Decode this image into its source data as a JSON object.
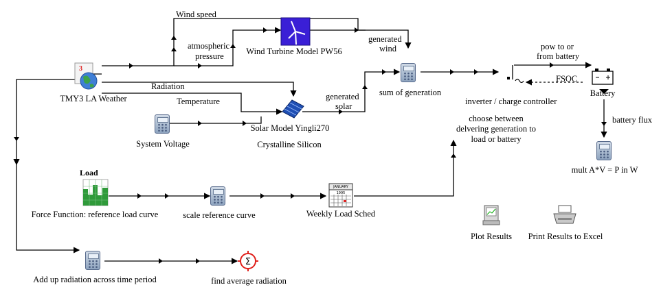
{
  "labels": {
    "wind_speed": "Wind speed",
    "atmospheric_pressure_1": "atmospheric",
    "atmospheric_pressure_2": "pressure",
    "wind_turbine": "Wind Turbine Model PW56",
    "generated_wind_1": "generated",
    "generated_wind_2": "wind",
    "pow_battery_1": "pow to or",
    "pow_battery_2": "from battery",
    "tmy3": "TMY3 LA Weather",
    "radiation": "Radiation",
    "temperature": "Temperature",
    "generated_solar_1": "generated",
    "generated_solar_2": "solar",
    "sum_generation": "sum of generation",
    "fsoc": "FSOC",
    "battery": "Battery",
    "inverter": "inverter / charge controller",
    "choose_1": "choose between",
    "choose_2": "delvering generation to",
    "choose_3": "load or battery",
    "battery_flux": "battery flux",
    "solar_model": "Solar Model Yingli270",
    "crystalline": "Crystalline Silicon",
    "system_voltage": "System Voltage",
    "mult": "mult A*V = P in W",
    "load": "Load",
    "force_function": "Force Function: reference load curve",
    "scale_ref": "scale reference curve",
    "weekly": "Weekly Load Sched",
    "plot_results": "Plot Results",
    "print_results": "Print Results to Excel",
    "add_up": "Add up radiation across time period",
    "find_avg": "find average radiation",
    "tmy3_badge": "3",
    "cal_month": "JANUARY",
    "cal_year": "1995",
    "sigma": "Σ"
  },
  "icons": [
    "weather-icon",
    "wind-turbine-icon",
    "solar-panel-icon",
    "calculator-icon",
    "inverter-icon",
    "battery-icon",
    "load-chart-icon",
    "calendar-icon",
    "plot-icon",
    "printer-icon",
    "sigma-icon"
  ],
  "colors": {
    "line": "#000000",
    "turbine_bg": "#3a1fd6",
    "load_green": "#2f9a3a",
    "sigma_red": "#e0201b"
  }
}
